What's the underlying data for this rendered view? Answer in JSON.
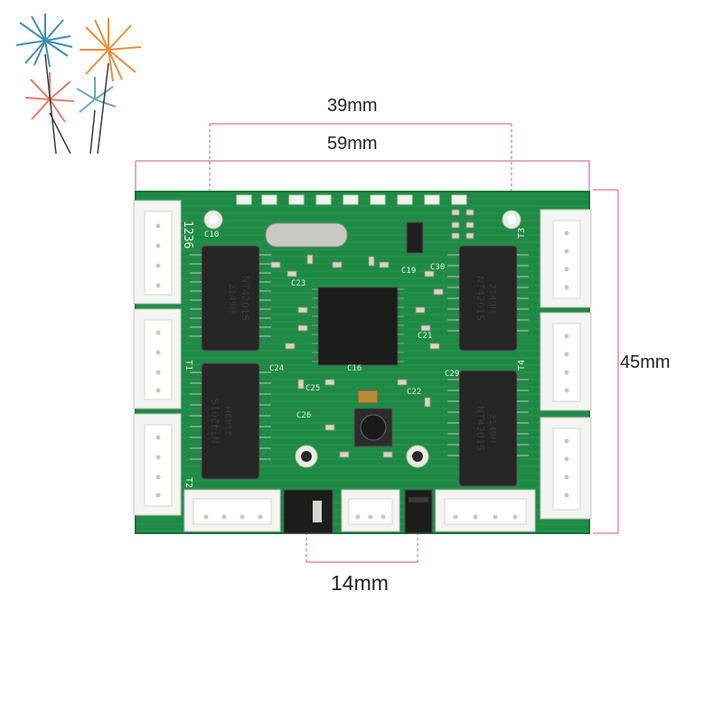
{
  "dimensions": {
    "top_inner": "39mm",
    "top_outer": "59mm",
    "right_height": "45mm",
    "bottom_gap": "14mm"
  },
  "board": {
    "left_header_label": "1236",
    "transformer_part": "NT4201S",
    "transformer_code": "2149H",
    "port_labels": [
      "T1",
      "T2",
      "T3",
      "T4"
    ],
    "component_refs": [
      "C10",
      "C23",
      "C24",
      "C25",
      "C26",
      "C21",
      "C22",
      "C29",
      "C19",
      "C30",
      "C16"
    ]
  },
  "colors": {
    "pcb": "#1f8a45",
    "pcb_dark": "#146b33",
    "connector": "#f4f4f2",
    "chip": "#222222",
    "dimension_line": "#d0508a"
  },
  "decoration": "fireworks-graphic"
}
